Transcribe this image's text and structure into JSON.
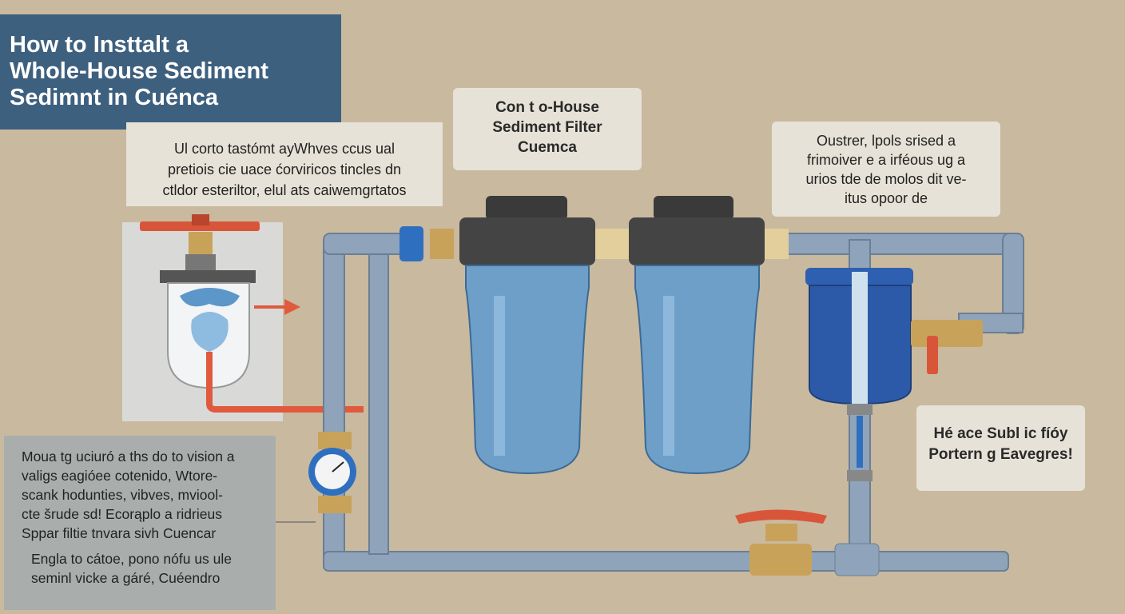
{
  "title": {
    "lines": [
      "How to Insttalt a",
      "Whole-House Sediment",
      "Sedimnt in Cuénca"
    ]
  },
  "callouts": {
    "top_left": {
      "lines": [
        "Ul corto tastómt ayWhves ccus ual",
        "pretiois cie uace ćorviricos tincles dn",
        "ctldor esteriltor, elul ats caiwemgrtatos"
      ]
    },
    "center": {
      "lines": [
        "Con t o-House",
        "Sediment Filter",
        "Cuemca"
      ]
    },
    "top_right": {
      "lines": [
        "Oustrer, lpols srised a",
        "frimoiver e a irféous ug a",
        "urios tde de molos dit ve-",
        "itus opoor de"
      ]
    },
    "bottom_right": {
      "lines": [
        "Hé ace Subl ic fíóy",
        "Portern g Eavegres!"
      ]
    },
    "bottom_left": {
      "paragraph1": [
        "Moua tg uciuró a ths do to vision a",
        "valigs eagióee cotenido, Wtore-",
        "scank hodunties, vibves, mviool-",
        "cte šrude sd! Ecorąplo a ridrieus",
        "Sppar filtie tnvara sivh Cuencar"
      ],
      "paragraph2": [
        "Engla to cátoe, pono nófu us ule",
        "seminl vicke a gáré, Cuéendro"
      ]
    }
  },
  "colors": {
    "background": "#c9b99f",
    "title_bg": "#3e607f",
    "pipe": "#8fa4ba",
    "filter_blue": "#6d9fc9",
    "valve_red": "#d9553a"
  }
}
